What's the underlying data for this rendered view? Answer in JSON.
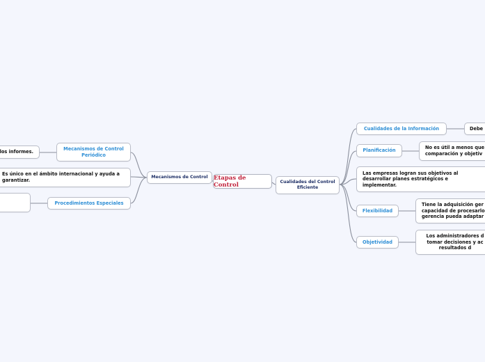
{
  "colors": {
    "background": "#f4f6fd",
    "central_text": "#c0203a",
    "main_text": "#1e2f66",
    "branch_text": "#2f8fd6",
    "leaf_text": "#111111",
    "connector": "#8a8f9c"
  },
  "central": {
    "label": "Etapas de Control"
  },
  "left": {
    "main": {
      "label": "Mecanismos de Control"
    },
    "branches": [
      {
        "label": "Mecanismos de Control Periódico",
        "leaf": "los informes."
      },
      {
        "label": "",
        "leaf": "Es único en el ámbito internacional y ayuda a garantizar."
      },
      {
        "label": "Procedimientos Especiales",
        "leaf": ""
      }
    ]
  },
  "right": {
    "main": {
      "label": "Cualidades del Control Eficiente"
    },
    "branches": [
      {
        "label": "Cualidades de la Información",
        "leaf": "Debe"
      },
      {
        "label": "Planificación",
        "leaf": "No es útil a menos que comparación y objetiv"
      },
      {
        "label": "",
        "leaf": "Las empresas logran sus objetivos al desarrollar planes estratégicos e implementar."
      },
      {
        "label": "Flexibilidad",
        "leaf": "Tiene la adquisición ger capacidad de procesarlo gerencia pueda adaptar"
      },
      {
        "label": "Objetividad",
        "leaf": "Los administradores d tomar decisiones y ac resultados d"
      }
    ]
  }
}
